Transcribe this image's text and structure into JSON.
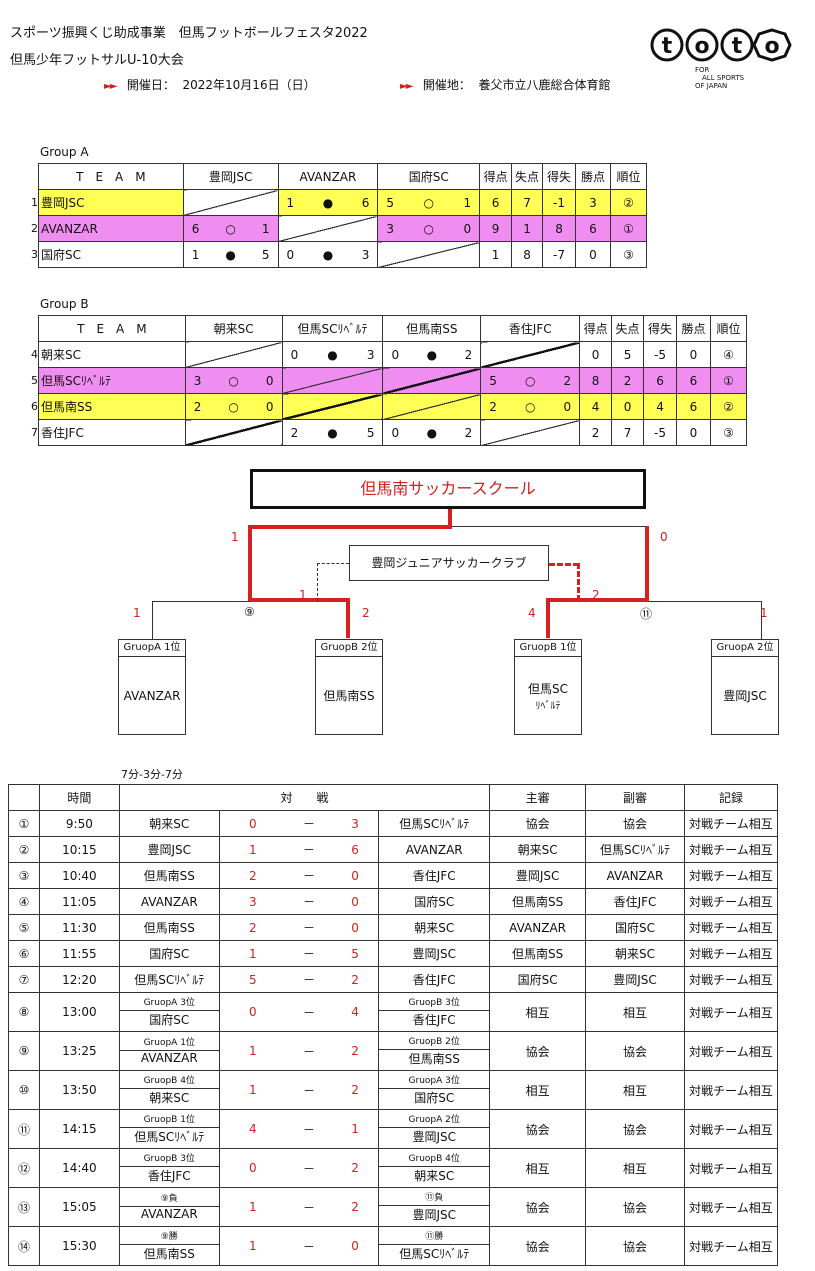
{
  "header": {
    "title": "スポーツ振興くじ助成事業　但馬フットボールフェスタ2022",
    "subtitle": "但馬少年フットサルU-10大会",
    "date_label": "開催日：",
    "date": "2022年10月16日（日）",
    "venue_label": "開催地：",
    "venue": "養父市立八鹿総合体育館",
    "logo_text": "toto",
    "logo_tagline": "FOR ALL SPORTS OF JAPAN"
  },
  "colors": {
    "yellow": "#ffff55",
    "pink": "#ef8ef0",
    "red": "#d82020"
  },
  "groupA": {
    "title": "Group A",
    "headers": [
      "T　E　A　M",
      "豊岡JSC",
      "AVANZAR",
      "国府SC",
      "得点",
      "失点",
      "得失",
      "勝点",
      "順位"
    ],
    "rows": [
      {
        "no": "1",
        "team": "豊岡JSC",
        "c1": [
          "",
          "",
          ""
        ],
        "c2": [
          "1",
          "●",
          "6"
        ],
        "c3": [
          "5",
          "○",
          "1"
        ],
        "gf": "6",
        "ga": "7",
        "gd": "-1",
        "pts": "3",
        "rank": "②"
      },
      {
        "no": "2",
        "team": "AVANZAR",
        "c1": [
          "6",
          "○",
          "1"
        ],
        "c2": [
          "",
          "",
          ""
        ],
        "c3": [
          "3",
          "○",
          "0"
        ],
        "gf": "9",
        "ga": "1",
        "gd": "8",
        "pts": "6",
        "rank": "①"
      },
      {
        "no": "3",
        "team": "国府SC",
        "c1": [
          "1",
          "●",
          "5"
        ],
        "c2": [
          "0",
          "●",
          "3"
        ],
        "c3": [
          "",
          "",
          ""
        ],
        "gf": "1",
        "ga": "8",
        "gd": "-7",
        "pts": "0",
        "rank": "③"
      }
    ]
  },
  "groupB": {
    "title": "Group B",
    "headers": [
      "T　E　A　M",
      "朝来SC",
      "但馬SCﾘﾍﾞﾙﾃ",
      "但馬南SS",
      "香住JFC",
      "得点",
      "失点",
      "得失",
      "勝点",
      "順位"
    ],
    "rows": [
      {
        "no": "4",
        "team": "朝来SC",
        "c1": [
          "",
          "",
          ""
        ],
        "c2": [
          "0",
          "●",
          "3"
        ],
        "c3": [
          "0",
          "●",
          "2"
        ],
        "c4": [
          "",
          "",
          ""
        ],
        "gf": "0",
        "ga": "5",
        "gd": "-5",
        "pts": "0",
        "rank": "④"
      },
      {
        "no": "5",
        "team": "但馬SCﾘﾍﾞﾙﾃ",
        "c1": [
          "3",
          "○",
          "0"
        ],
        "c2": [
          "",
          "",
          ""
        ],
        "c3": [
          "",
          "",
          ""
        ],
        "c4": [
          "5",
          "○",
          "2"
        ],
        "gf": "8",
        "ga": "2",
        "gd": "6",
        "pts": "6",
        "rank": "①"
      },
      {
        "no": "6",
        "team": "但馬南SS",
        "c1": [
          "2",
          "○",
          "0"
        ],
        "c2": [
          "",
          "",
          ""
        ],
        "c3": [
          "",
          "",
          ""
        ],
        "c4": [
          "2",
          "○",
          "0"
        ],
        "gf": "4",
        "ga": "0",
        "gd": "4",
        "pts": "6",
        "rank": "②"
      },
      {
        "no": "7",
        "team": "香住JFC",
        "c1": [
          "",
          "",
          ""
        ],
        "c2": [
          "2",
          "●",
          "5"
        ],
        "c3": [
          "0",
          "●",
          "2"
        ],
        "c4": [
          "",
          "",
          ""
        ],
        "gf": "2",
        "ga": "7",
        "gd": "-5",
        "pts": "0",
        "rank": "③"
      }
    ]
  },
  "bracket": {
    "champion": "但馬南サッカースクール",
    "third_place": "豊岡ジュニアサッカークラブ",
    "semi_left": "⑨",
    "semi_right": "⑪",
    "final_left_score": "1",
    "final_right_score": "0",
    "third_left_score": "1",
    "third_right_score": "2",
    "s1_left": "1",
    "s1_right": "2",
    "s2_left": "4",
    "s2_right": "1",
    "teams": [
      {
        "label": "GruopA 1位",
        "name": "AVANZAR",
        "name2": ""
      },
      {
        "label": "GruopB 2位",
        "name": "但馬南SS",
        "name2": ""
      },
      {
        "label": "GruopB 1位",
        "name": "但馬SC",
        "name2": "ﾘﾍﾞﾙﾃ"
      },
      {
        "label": "GruopA 2位",
        "name": "豊岡JSC",
        "name2": ""
      }
    ]
  },
  "schedule": {
    "format": "7分-3分-7分",
    "headers": [
      "時間",
      "対　　戦",
      "主審",
      "副審",
      "記録"
    ],
    "rows": [
      {
        "no": "①",
        "time": "9:50",
        "home": "朝来SC",
        "hs": "0",
        "as": "3",
        "away": "但馬SCﾘﾍﾞﾙﾃ",
        "ref": "協会",
        "aref": "協会",
        "rec": "対戦チーム相互"
      },
      {
        "no": "②",
        "time": "10:15",
        "home": "豊岡JSC",
        "hs": "1",
        "as": "6",
        "away": "AVANZAR",
        "ref": "朝来SC",
        "aref": "但馬SCﾘﾍﾞﾙﾃ",
        "rec": "対戦チーム相互"
      },
      {
        "no": "③",
        "time": "10:40",
        "home": "但馬南SS",
        "hs": "2",
        "as": "0",
        "away": "香住JFC",
        "ref": "豊岡JSC",
        "aref": "AVANZAR",
        "rec": "対戦チーム相互"
      },
      {
        "no": "④",
        "time": "11:05",
        "home": "AVANZAR",
        "hs": "3",
        "as": "0",
        "away": "国府SC",
        "ref": "但馬南SS",
        "aref": "香住JFC",
        "rec": "対戦チーム相互"
      },
      {
        "no": "⑤",
        "time": "11:30",
        "home": "但馬南SS",
        "hs": "2",
        "as": "0",
        "away": "朝来SC",
        "ref": "AVANZAR",
        "aref": "国府SC",
        "rec": "対戦チーム相互"
      },
      {
        "no": "⑥",
        "time": "11:55",
        "home": "国府SC",
        "hs": "1",
        "as": "5",
        "away": "豊岡JSC",
        "ref": "但馬南SS",
        "aref": "朝来SC",
        "rec": "対戦チーム相互"
      },
      {
        "no": "⑦",
        "time": "12:20",
        "home": "但馬SCﾘﾍﾞﾙﾃ",
        "hs": "5",
        "as": "2",
        "away": "香住JFC",
        "ref": "国府SC",
        "aref": "豊岡JSC",
        "rec": "対戦チーム相互"
      },
      {
        "no": "⑧",
        "time": "13:00",
        "hl": "GruopA 3位",
        "home": "国府SC",
        "hs": "0",
        "as": "4",
        "al": "GruopB 3位",
        "away": "香住JFC",
        "ref": "相互",
        "aref": "相互",
        "rec": "対戦チーム相互"
      },
      {
        "no": "⑨",
        "time": "13:25",
        "hl": "GruopA 1位",
        "home": "AVANZAR",
        "hs": "1",
        "as": "2",
        "al": "GruopB 2位",
        "away": "但馬南SS",
        "ref": "協会",
        "aref": "協会",
        "rec": "対戦チーム相互"
      },
      {
        "no": "⑩",
        "time": "13:50",
        "hl": "GruopB 4位",
        "home": "朝来SC",
        "hs": "1",
        "as": "2",
        "al": "GruopA 3位",
        "away": "国府SC",
        "ref": "相互",
        "aref": "相互",
        "rec": "対戦チーム相互"
      },
      {
        "no": "⑪",
        "time": "14:15",
        "hl": "GruopB 1位",
        "home": "但馬SCﾘﾍﾞﾙﾃ",
        "hs": "4",
        "as": "1",
        "al": "GruopA 2位",
        "away": "豊岡JSC",
        "ref": "協会",
        "aref": "協会",
        "rec": "対戦チーム相互"
      },
      {
        "no": "⑫",
        "time": "14:40",
        "hl": "GruopB 3位",
        "home": "香住JFC",
        "hs": "0",
        "as": "2",
        "al": "GruopB 4位",
        "away": "朝来SC",
        "ref": "相互",
        "aref": "相互",
        "rec": "対戦チーム相互"
      },
      {
        "no": "⑬",
        "time": "15:05",
        "hl": "⑨負",
        "home": "AVANZAR",
        "hs": "1",
        "as": "2",
        "al": "⑪負",
        "away": "豊岡JSC",
        "ref": "協会",
        "aref": "協会",
        "rec": "対戦チーム相互"
      },
      {
        "no": "⑭",
        "time": "15:30",
        "hl": "⑨勝",
        "home": "但馬南SS",
        "hs": "1",
        "as": "0",
        "al": "⑪勝",
        "away": "但馬SCﾘﾍﾞﾙﾃ",
        "ref": "協会",
        "aref": "協会",
        "rec": "対戦チーム相互"
      }
    ],
    "dash": "－"
  }
}
